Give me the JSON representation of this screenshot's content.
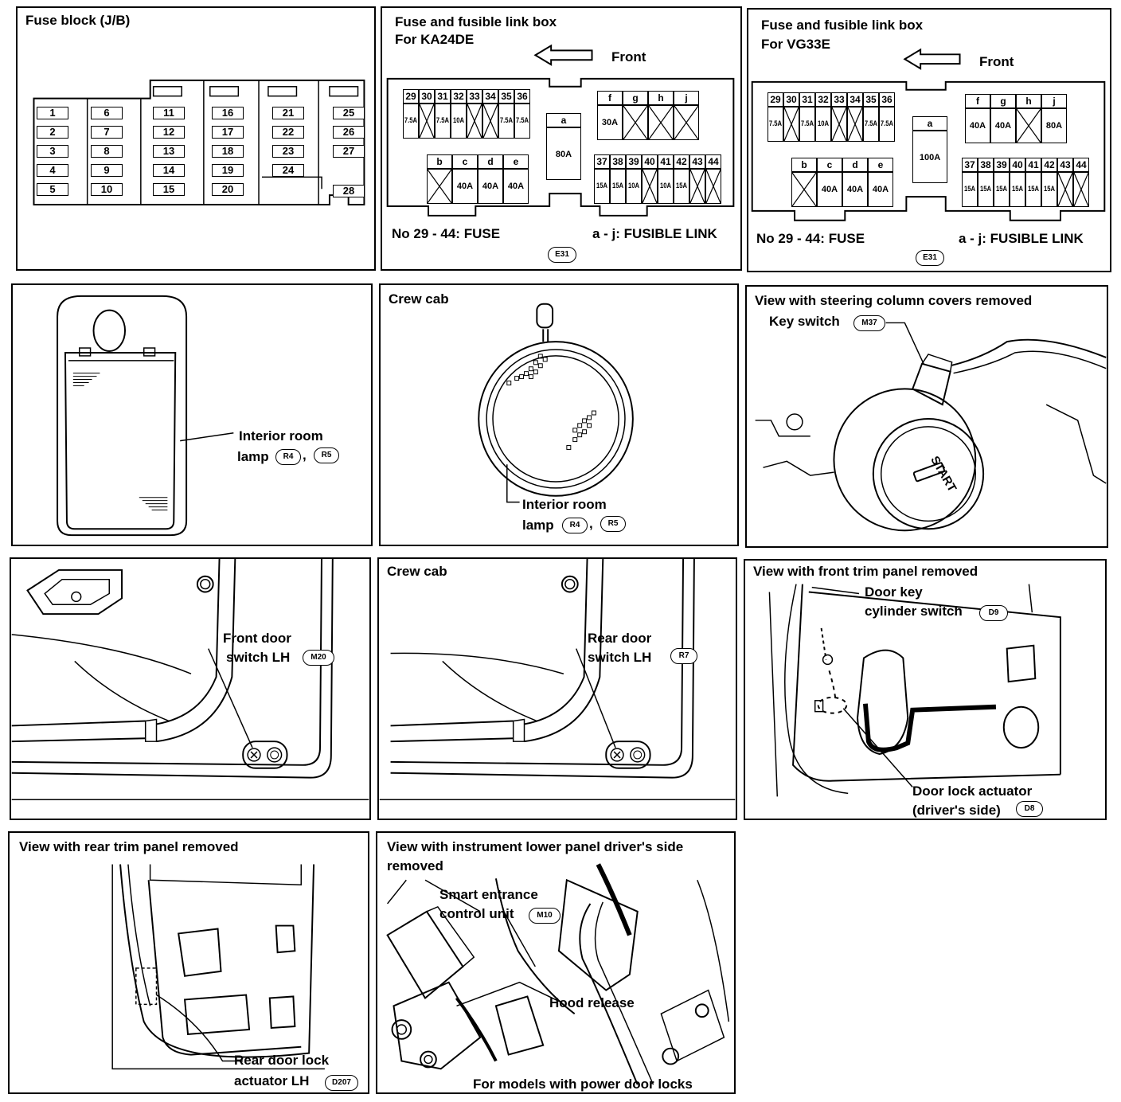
{
  "panels": {
    "fuse_block": {
      "title": "Fuse block (J/B)",
      "fuses": [
        "1",
        "2",
        "3",
        "4",
        "5",
        "6",
        "7",
        "8",
        "9",
        "10",
        "11",
        "12",
        "13",
        "14",
        "15",
        "16",
        "17",
        "18",
        "19",
        "20",
        "21",
        "22",
        "23",
        "24",
        "25",
        "26",
        "27",
        "28"
      ]
    },
    "ka24de": {
      "title1": "Fuse and fusible link box",
      "title2": "For KA24DE",
      "front": "Front",
      "top_fuse_nums": [
        "29",
        "30",
        "31",
        "32",
        "33",
        "34",
        "35",
        "36"
      ],
      "top_fuse_amps": [
        "7.5A",
        "",
        "7.5A",
        "10A",
        "",
        "",
        "7.5A",
        "7.5A"
      ],
      "link_a": "a",
      "link_a_amp": "80A",
      "links_bcde": [
        "b",
        "c",
        "d",
        "e"
      ],
      "links_bcde_amps": [
        "",
        "40A",
        "40A",
        "40A"
      ],
      "links_fghj": [
        "f",
        "g",
        "h",
        "j"
      ],
      "links_fghj_amps": [
        "30A",
        "",
        "",
        ""
      ],
      "bottom_fuse_nums": [
        "37",
        "38",
        "39",
        "40",
        "41",
        "42",
        "43",
        "44"
      ],
      "bottom_fuse_amps": [
        "15A",
        "15A",
        "10A",
        "",
        "10A",
        "15A",
        "",
        ""
      ],
      "legend_fuse": "No 29 - 44:  FUSE",
      "legend_link": "a - j:  FUSIBLE LINK",
      "connector": "E31"
    },
    "vg33e": {
      "title1": "Fuse and fusible link box",
      "title2": "For VG33E",
      "front": "Front",
      "top_fuse_nums": [
        "29",
        "30",
        "31",
        "32",
        "33",
        "34",
        "35",
        "36"
      ],
      "top_fuse_amps": [
        "7.5A",
        "",
        "7.5A",
        "10A",
        "",
        "",
        "7.5A",
        "7.5A"
      ],
      "link_a": "a",
      "link_a_amp": "100A",
      "links_bcde": [
        "b",
        "c",
        "d",
        "e"
      ],
      "links_bcde_amps": [
        "",
        "40A",
        "40A",
        "40A"
      ],
      "links_fghj": [
        "f",
        "g",
        "h",
        "j"
      ],
      "links_fghj_amps": [
        "40A",
        "40A",
        "",
        "80A"
      ],
      "bottom_fuse_nums": [
        "37",
        "38",
        "39",
        "40",
        "41",
        "42",
        "43",
        "44"
      ],
      "bottom_fuse_amps": [
        "15A",
        "15A",
        "15A",
        "15A",
        "15A",
        "15A",
        "",
        ""
      ],
      "legend_fuse": "No 29 - 44:  FUSE",
      "legend_link": "a - j:  FUSIBLE LINK",
      "connector": "E31"
    },
    "room_lamp": {
      "label1": "Interior room",
      "label2": "lamp",
      "conn1": "R4",
      "conn2": "R5",
      "comma": ","
    },
    "crew_lamp": {
      "title": "Crew cab",
      "label1": "Interior room",
      "label2": "lamp",
      "conn1": "R4",
      "conn2": "R5",
      "comma": ","
    },
    "key_switch": {
      "title": "View with steering column covers removed",
      "label": "Key switch",
      "conn": "M37",
      "start": "START"
    },
    "front_door": {
      "label1": "Front door",
      "label2": "switch LH",
      "conn": "M20"
    },
    "rear_door": {
      "title": "Crew cab",
      "label1": "Rear door",
      "label2": "switch LH",
      "conn": "R7"
    },
    "front_trim": {
      "title": "View with front trim panel removed",
      "label1": "Door key",
      "label2": "cylinder switch",
      "conn1": "D9",
      "label3": "Door lock actuator",
      "label4": "(driver's side)",
      "conn2": "D8"
    },
    "rear_trim": {
      "title": "View with rear trim panel removed",
      "label1": "Rear door lock",
      "label2": "actuator LH",
      "conn": "D207"
    },
    "instrument": {
      "title1": "View with instrument lower panel driver's side",
      "title2": "removed",
      "label1": "Smart entrance",
      "label2": "control unit",
      "conn": "M10",
      "label3": "Hood release",
      "label4": "For models with power door locks"
    }
  }
}
